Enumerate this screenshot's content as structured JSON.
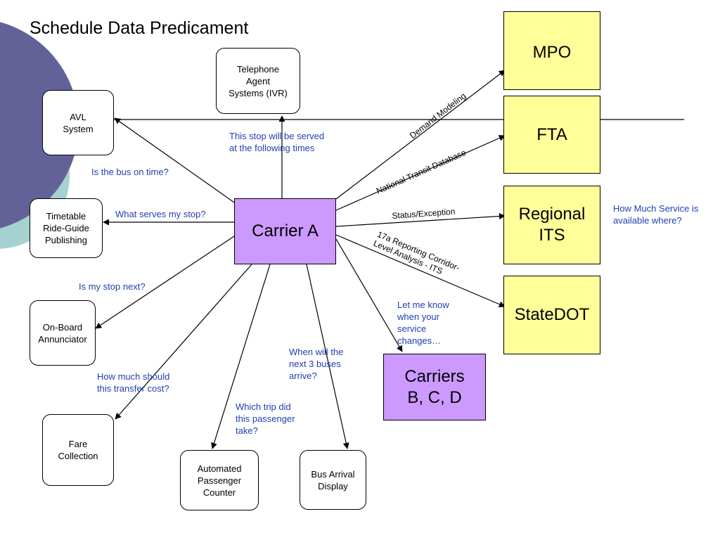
{
  "title": "Schedule Data Predicament",
  "nodes": {
    "avl": "AVL\nSystem",
    "ivr": "Telephone\nAgent\nSystems (IVR)",
    "timetable": "Timetable\nRide-Guide\nPublishing",
    "annunciator": "On-Board\nAnnunciator",
    "fare": "Fare\nCollection",
    "apc": "Automated\nPassenger\nCounter",
    "bus_display": "Bus Arrival\nDisplay",
    "carrier_a": "Carrier A",
    "carriers_bcd": "Carriers\nB, C, D",
    "mpo": "MPO",
    "fta": "FTA",
    "regional_its": "Regional\nITS",
    "statedot": "StateDOT"
  },
  "edge_labels": {
    "demand_modeling": "Demand Modeling",
    "ntd": "National Transit Database",
    "status_exception": "Status/Exception",
    "reporting": "17a Reporting Corridor-\nLevel Analysis - ITS"
  },
  "questions": {
    "ivr": "This stop will be served\nat the following times",
    "avl": "Is the bus on time?",
    "timetable": "What serves my stop?",
    "annunciator": "Is my stop next?",
    "fare": "How much should\nthis transfer cost?",
    "apc": "Which trip did\nthis passenger\ntake?",
    "bus_display": "When will the\nnext 3 buses\narrive?",
    "carriers": "Let me know\nwhen  your\nservice\nchanges…",
    "regional": "How Much Service is\navailable where?"
  },
  "colors": {
    "accent_circle": "#626299",
    "teal_circle": "#a6d1d1",
    "question_text": "#1f3fb0",
    "yellow_box": "#ffff99",
    "purple_box": "#cc99ff"
  }
}
